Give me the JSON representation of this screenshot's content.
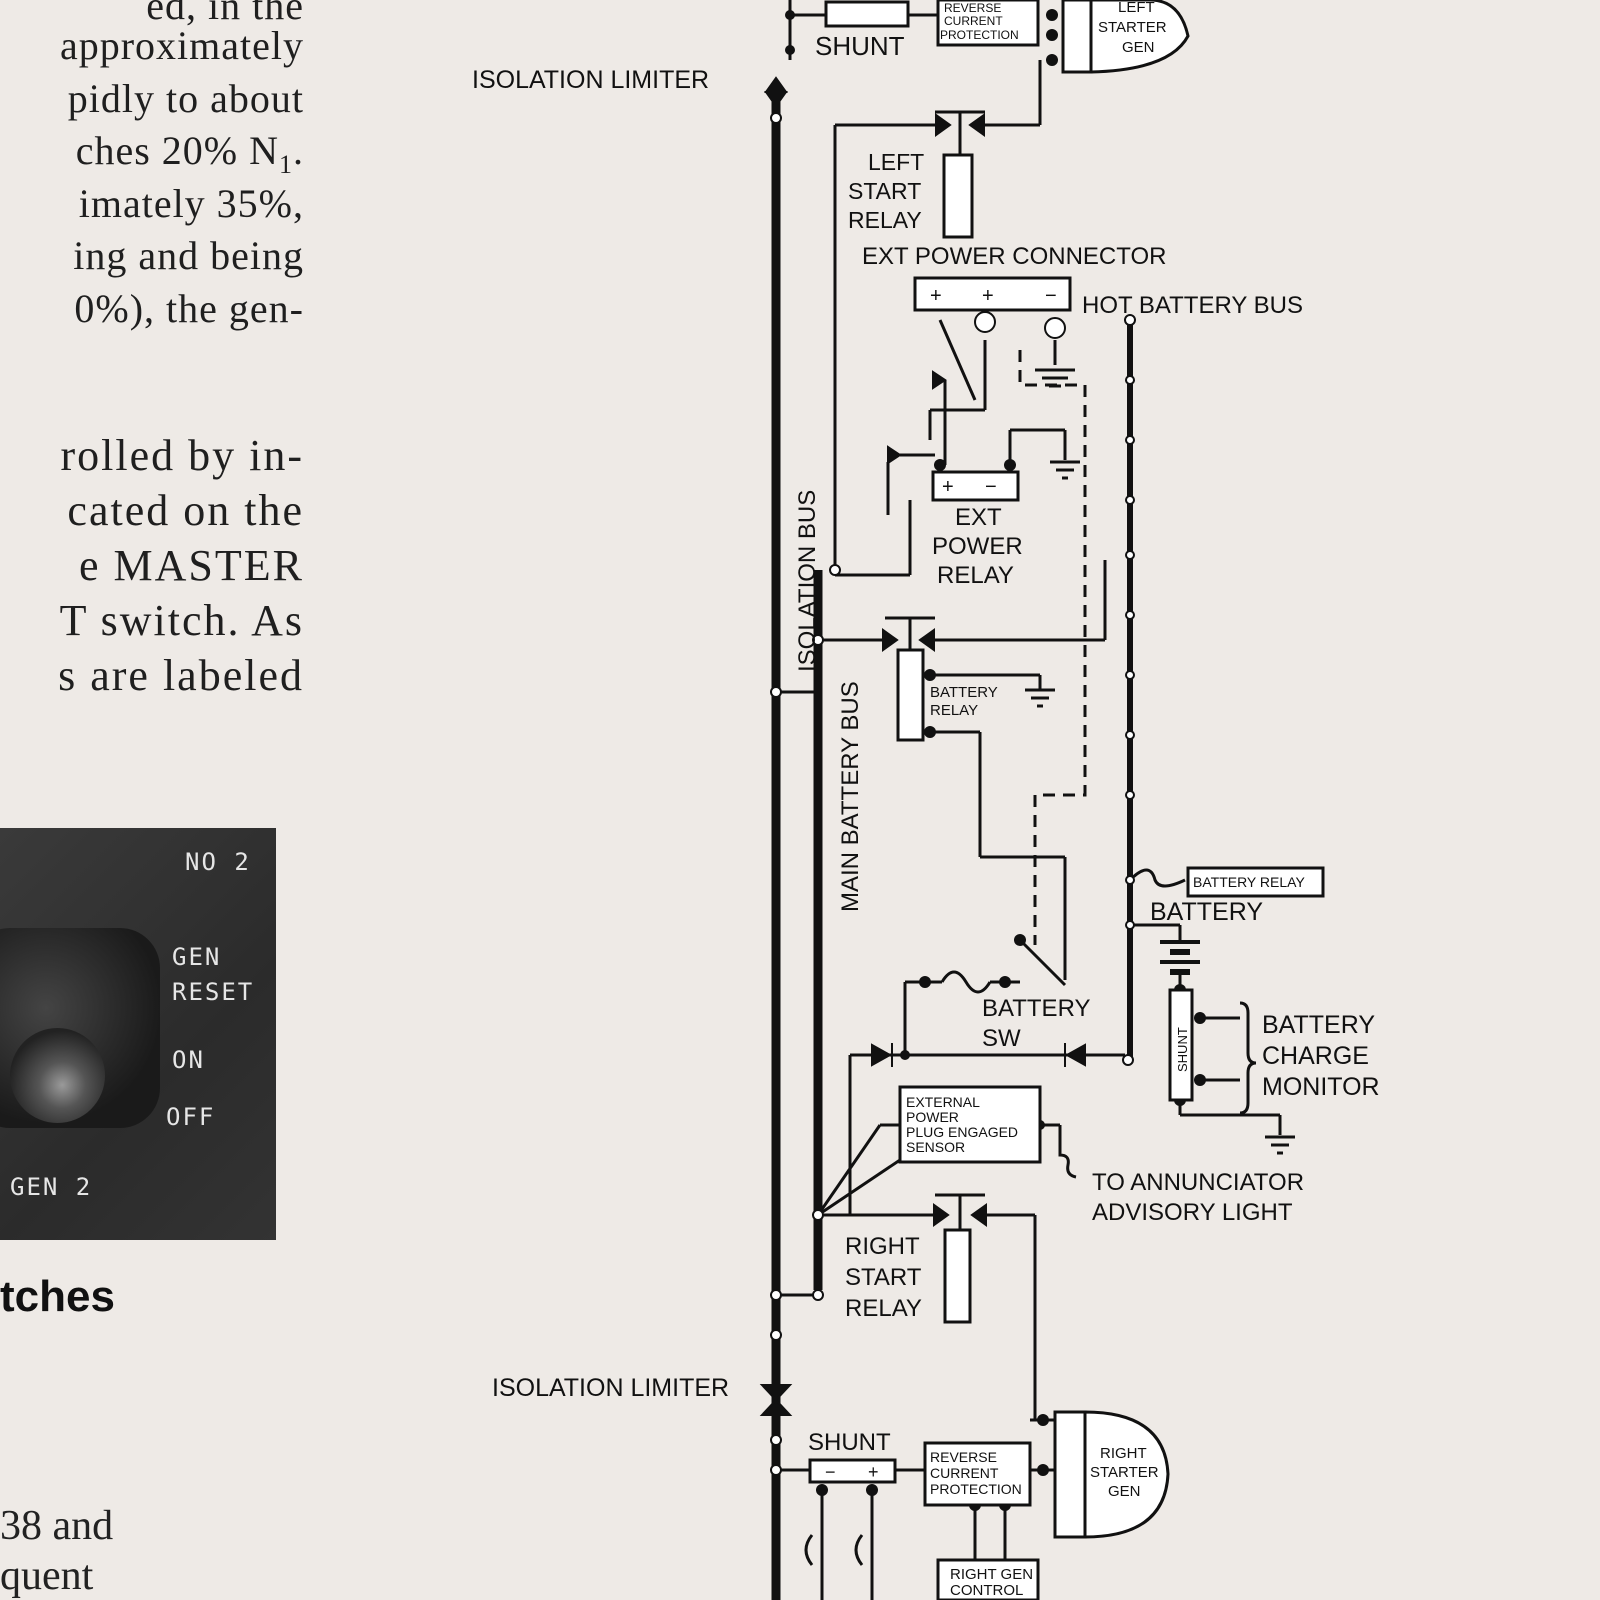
{
  "left_text": {
    "line0": "ed, in the",
    "line1": "approximately",
    "line2": "pidly to about",
    "line3": "ches 20% N",
    "line3_sub": "1",
    "line3_end": ".",
    "line4": "imately 35%,",
    "line5": "ing and being",
    "line6": "0%), the gen-",
    "para2_line1": "rolled by in-",
    "para2_line2": "cated on the",
    "para2_line3": "e MASTER",
    "para2_line4": "T switch. As",
    "para2_line5": "s are labeled"
  },
  "photo": {
    "no2": "NO 2",
    "gen": "GEN",
    "reset": "RESET",
    "on": "ON",
    "off": "OFF",
    "gen2": "GEN 2"
  },
  "caption": "tches",
  "bottom_text": {
    "line1": "38 and",
    "line2": "quent"
  },
  "diagram": {
    "shunt_top": "SHUNT",
    "reverse_current_top": [
      "REVERSE",
      "CURRENT",
      "PROTECTION"
    ],
    "left_starter_gen": [
      "LEFT",
      "STARTER",
      "GEN"
    ],
    "isolation_limiter_top": "ISOLATION LIMITER",
    "left_start_relay": [
      "LEFT",
      "START",
      "RELAY"
    ],
    "ext_power_connector": "EXT POWER CONNECTOR",
    "hot_battery_bus": "HOT BATTERY BUS",
    "connector_pins": [
      "+",
      "+",
      "−"
    ],
    "ext_relay_pins": [
      "+",
      "−"
    ],
    "ext_power_relay": [
      "EXT",
      "POWER",
      "RELAY"
    ],
    "isolation_bus": "ISOLATION BUS",
    "main_battery_bus": "MAIN BATTERY BUS",
    "battery_relay_coil": [
      "BATTERY",
      "RELAY"
    ],
    "battery_relay_box": "BATTERY RELAY",
    "battery": "BATTERY",
    "battery_sw": [
      "BATTERY",
      "SW"
    ],
    "battery_charge_monitor": [
      "BATTERY",
      "CHARGE",
      "MONITOR"
    ],
    "shunt_vertical": "SHUNT",
    "ext_power_sensor": [
      "EXTERNAL",
      "POWER",
      "PLUG ENGAGED",
      "SENSOR"
    ],
    "to_annunciator": [
      "TO ANNUNCIATOR",
      "ADVISORY LIGHT"
    ],
    "right_start_relay": [
      "RIGHT",
      "START",
      "RELAY"
    ],
    "isolation_limiter_bottom": "ISOLATION LIMITER",
    "shunt_bottom": "SHUNT",
    "shunt_bottom_pins": [
      "−",
      "+"
    ],
    "reverse_current_bottom": [
      "REVERSE",
      "CURRENT",
      "PROTECTION"
    ],
    "right_starter_gen": [
      "RIGHT",
      "STARTER",
      "GEN"
    ],
    "right_gen_control": [
      "RIGHT GEN",
      "CONTROL"
    ]
  }
}
